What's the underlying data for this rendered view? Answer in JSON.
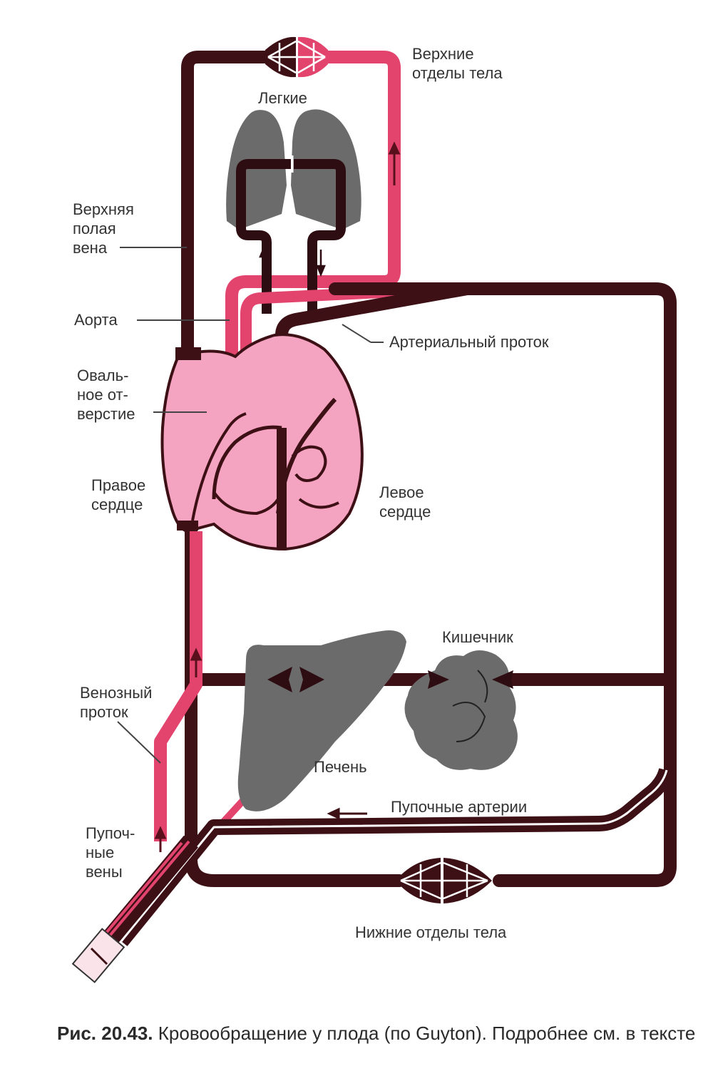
{
  "colors": {
    "dark_vessel": "#3d1016",
    "red_vessel": "#e3446d",
    "heart_pink": "#f4a3c0",
    "organ_gray": "#6d6d6d",
    "organ_gray_dark": "#5a5a5a",
    "leader_line": "#444444"
  },
  "labels": {
    "upper_body": [
      "Верхние",
      "отделы тела"
    ],
    "lungs": "Легкие",
    "superior_vena_cava": [
      "Верхняя",
      "полая",
      "вена"
    ],
    "aorta": "Аорта",
    "ductus_arteriosus": "Артериальный проток",
    "foramen_ovale": [
      "Оваль-",
      "ное от-",
      "верстие"
    ],
    "right_heart": [
      "Правое",
      "сердце"
    ],
    "left_heart": [
      "Левое",
      "сердце"
    ],
    "intestine": "Кишечник",
    "ductus_venosus": [
      "Венозный",
      "проток"
    ],
    "liver": "Печень",
    "umbilical_arteries": "Пупочные артерии",
    "umbilical_veins": [
      "Пупоч-",
      "ные",
      "вены"
    ],
    "lower_body": "Нижние отделы тела"
  },
  "caption": {
    "figure_number": "Рис.  20.43.",
    "text": " Кровообращение у плода (по Guyton). Подробнее см. в тексте"
  }
}
